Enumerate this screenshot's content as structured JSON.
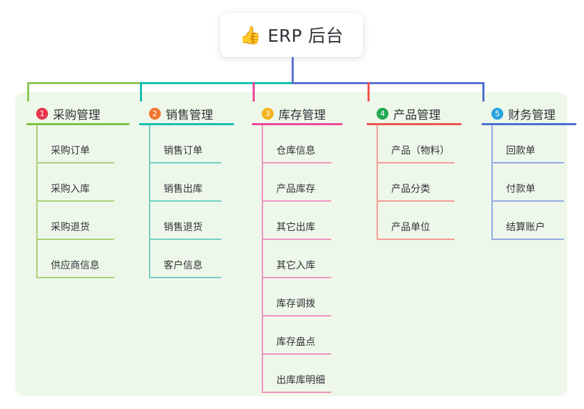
{
  "root": {
    "icon": "thumbs-up-emoji",
    "emoji": "👍",
    "title": "ERP 后台"
  },
  "colors": {
    "panel_background": "#eef8ea",
    "page_background": "#ffffff",
    "root_stem": "#5b6fd0",
    "text": "#2f3338",
    "bus_left": "#8ec659",
    "bus_mid": "#16bfae",
    "bus_right": "#5b6fd0"
  },
  "branches": [
    {
      "number": "1",
      "name": "采购管理",
      "badge_color": "#e8364f",
      "line_color": "#7dc242",
      "leaf_line_color": "#a8d178",
      "drop_color": "#8ec659",
      "items": [
        {
          "label": "采购订单"
        },
        {
          "label": "采购入库"
        },
        {
          "label": "采购退货"
        },
        {
          "label": "供应商信息"
        }
      ]
    },
    {
      "number": "2",
      "name": "销售管理",
      "badge_color": "#f2762e",
      "line_color": "#16bfae",
      "leaf_line_color": "#72cfc4",
      "drop_color": "#16bfae",
      "items": [
        {
          "label": "销售订单"
        },
        {
          "label": "销售出库"
        },
        {
          "label": "销售退货"
        },
        {
          "label": "客户信息"
        }
      ]
    },
    {
      "number": "3",
      "name": "库存管理",
      "badge_color": "#f2b31a",
      "line_color": "#ec4899",
      "leaf_line_color": "#f093c0",
      "drop_color": "#ec4899",
      "items": [
        {
          "label": "仓库信息"
        },
        {
          "label": "产品库存"
        },
        {
          "label": "其它出库"
        },
        {
          "label": "其它入库"
        },
        {
          "label": "库存调拨"
        },
        {
          "label": "库存盘点"
        },
        {
          "label": "出库库明细"
        }
      ]
    },
    {
      "number": "4",
      "name": "产品管理",
      "badge_color": "#22a94f",
      "line_color": "#f0534f",
      "leaf_line_color": "#f59a97",
      "drop_color": "#f0534f",
      "items": [
        {
          "label": "产品（物料）"
        },
        {
          "label": "产品分类"
        },
        {
          "label": "产品单位"
        }
      ]
    },
    {
      "number": "5",
      "name": "财务管理",
      "badge_color": "#29a3e0",
      "line_color": "#4a6fd4",
      "leaf_line_color": "#92a9e4",
      "drop_color": "#4a6fd4",
      "items": [
        {
          "label": "回款单"
        },
        {
          "label": "付款单"
        },
        {
          "label": "结算账户"
        }
      ]
    }
  ]
}
